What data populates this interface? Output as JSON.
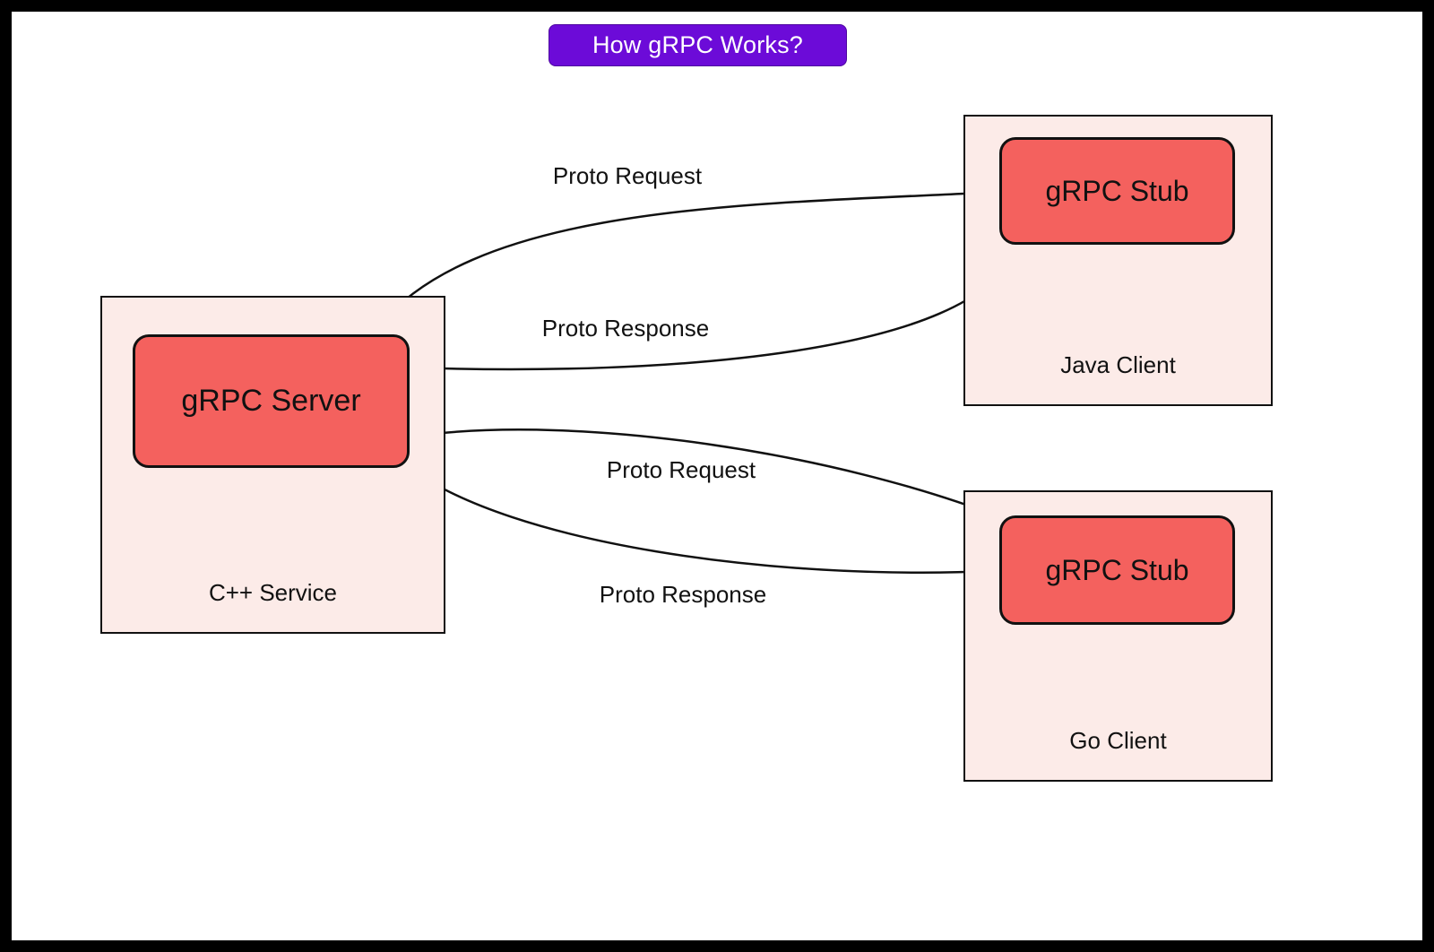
{
  "title": "How gRPC Works?",
  "colors": {
    "accent_purple": "#6C0BD8",
    "container_pink": "#FCEBE8",
    "node_red": "#F4615E",
    "line_black": "#111111"
  },
  "nodes": {
    "cpp_service": {
      "label": "C++ Service",
      "server_label": "gRPC Server"
    },
    "java_client": {
      "label": "Java Client",
      "stub_label": "gRPC Stub"
    },
    "go_client": {
      "label": "Go Client",
      "stub_label": "gRPC Stub"
    }
  },
  "arrows": {
    "java_request": {
      "label": "Proto Request",
      "from": "Java Client gRPC Stub",
      "to": "gRPC Server"
    },
    "java_response": {
      "label": "Proto Response",
      "from": "gRPC Server",
      "to": "Java Client gRPC Stub"
    },
    "go_request": {
      "label": "Proto Request",
      "from": "Go Client gRPC Stub",
      "to": "gRPC Server"
    },
    "go_response": {
      "label": "Proto Response",
      "from": "gRPC Server",
      "to": "Go Client gRPC Stub"
    }
  }
}
